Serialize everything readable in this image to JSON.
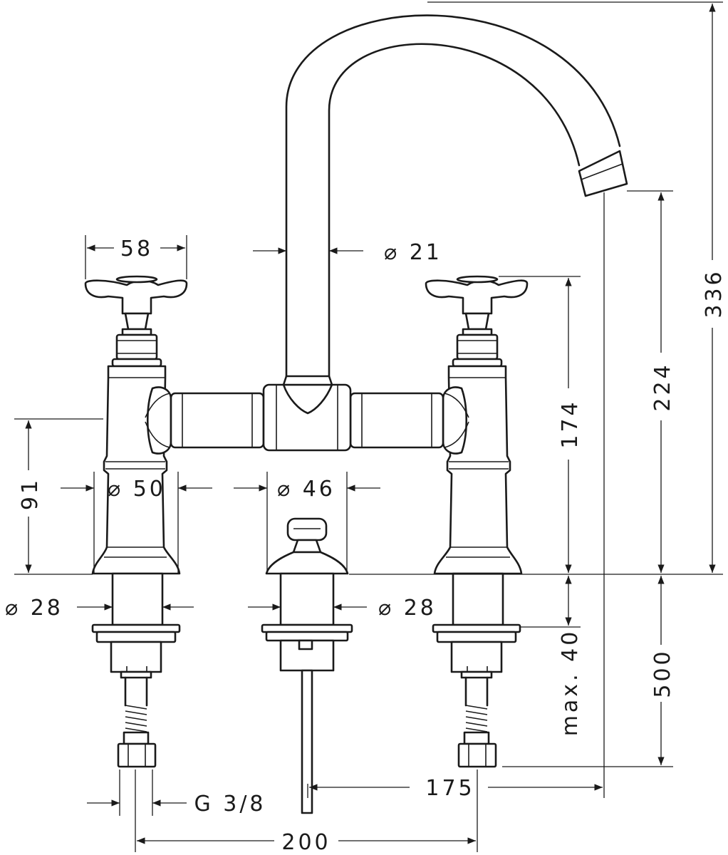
{
  "dimensions": {
    "handle_width": "58",
    "spout_diameter": "⌀ 21",
    "height_336": "336",
    "height_224": "224",
    "height_174": "174",
    "height_91": "91",
    "base_diameter_50": "⌀ 50",
    "waste_diameter_46": "⌀ 46",
    "shank_diameter_left": "⌀ 28",
    "shank_diameter_right": "⌀ 28",
    "max_thickness": "max. 40",
    "hose_length": "500",
    "spout_reach": "175",
    "connection_thread": "G 3/8",
    "center_spacing": "200"
  },
  "colors": {
    "line": "#1a1a1a",
    "background": "#ffffff"
  }
}
